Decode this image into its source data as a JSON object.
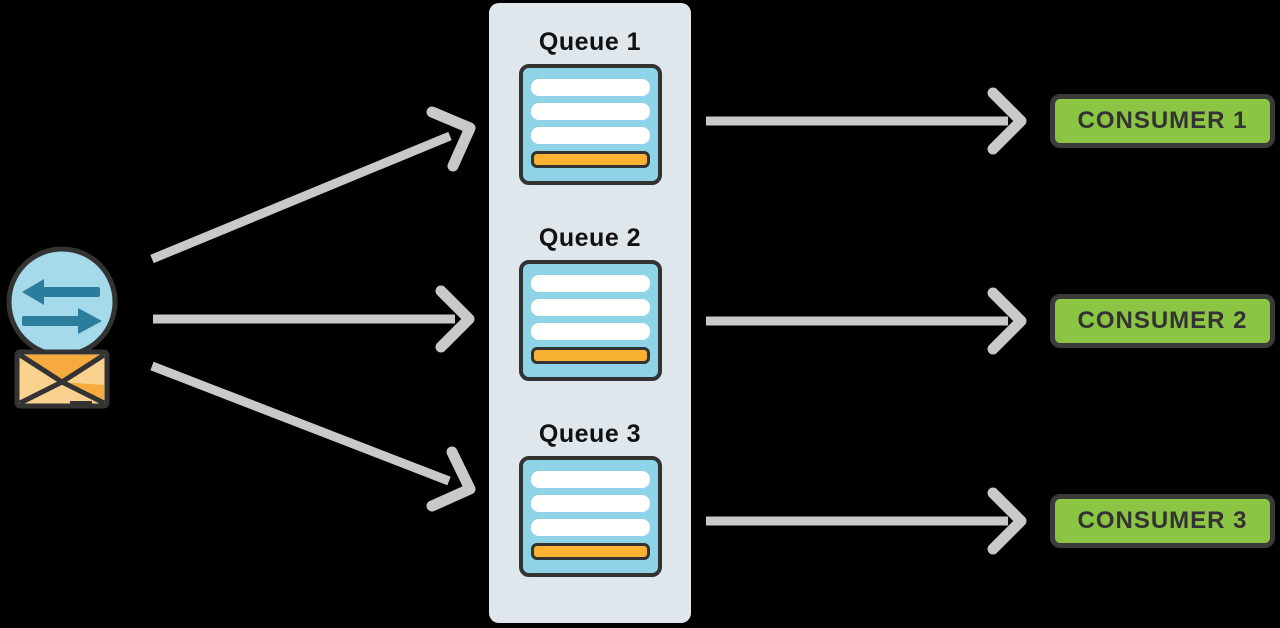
{
  "diagram": {
    "description": "Message producer exchange fanning out to three queues, each consumed by one consumer",
    "background": "#000000",
    "producer": {
      "icon": "exchange-with-envelope",
      "circle_color": "#a4dae9",
      "exchange_arrow_color": "#2a7d9c",
      "envelope_body_color": "#fbd18f",
      "envelope_flap_color": "#f7aa3d",
      "outline_color": "#333333"
    },
    "panel": {
      "background": "#dfe6ec"
    },
    "queues": [
      {
        "label": "Queue 1"
      },
      {
        "label": "Queue 2"
      },
      {
        "label": "Queue 3"
      }
    ],
    "queue_card": {
      "fill": "#8fd4e6",
      "border": "#333333",
      "message_bar_color": "#ffffff",
      "message_bar_count": 3,
      "highlight_bar_color": "#f9b233"
    },
    "consumers": [
      {
        "label": "CONSUMER 1"
      },
      {
        "label": "CONSUMER 2"
      },
      {
        "label": "CONSUMER 3"
      }
    ],
    "consumer_style": {
      "fill": "#8cc544",
      "border": "#3a3a3a",
      "text_color": "#333333"
    },
    "flow_arrow_color": "#c9c9c9"
  }
}
